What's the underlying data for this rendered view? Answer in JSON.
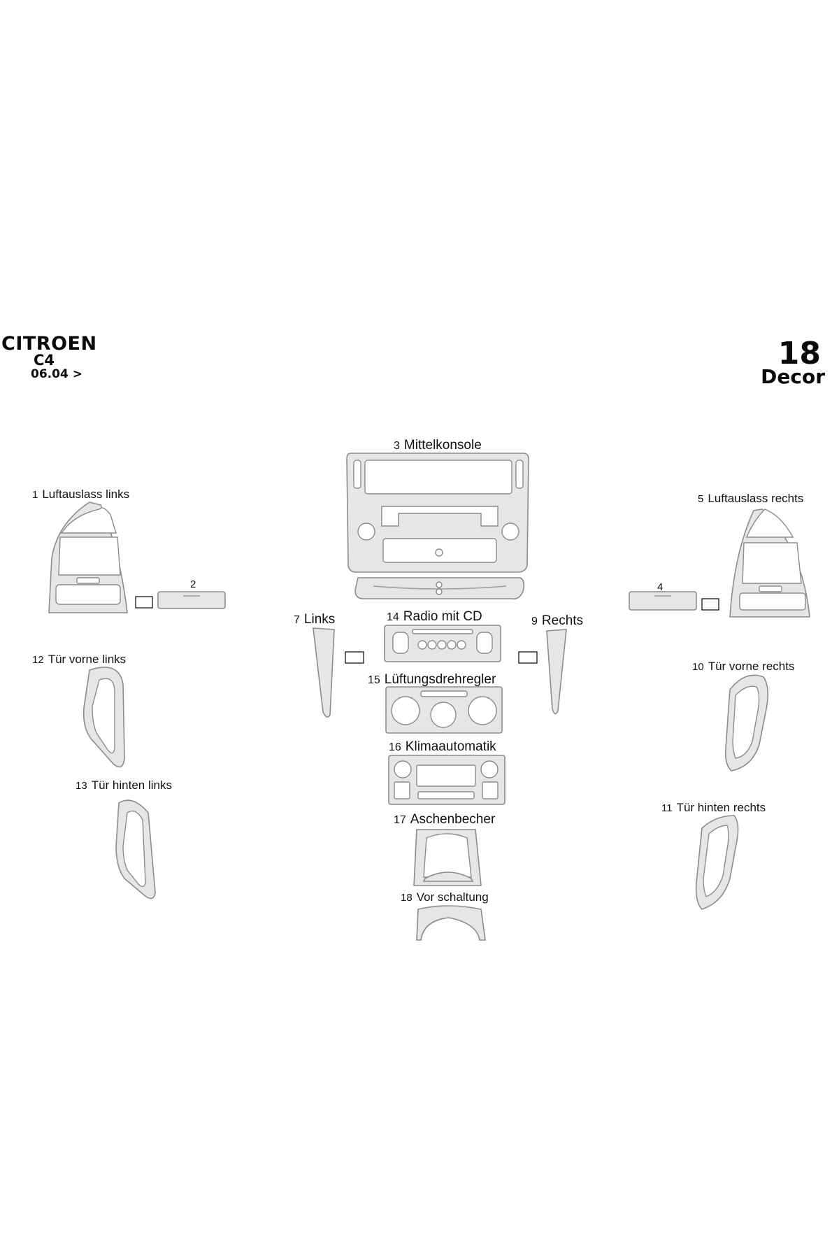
{
  "header": {
    "brand": "CITROEN",
    "model": "C4",
    "date": "06.04 >",
    "piece_count": "18",
    "kit_name": "Decor"
  },
  "parts": [
    {
      "num": "1",
      "name": "Luftauslass links"
    },
    {
      "num": "2",
      "name": ""
    },
    {
      "num": "3",
      "name": "Mittelkonsole"
    },
    {
      "num": "4",
      "name": ""
    },
    {
      "num": "5",
      "name": "Luftauslass rechts"
    },
    {
      "num": "7",
      "name": "Links"
    },
    {
      "num": "9",
      "name": "Rechts"
    },
    {
      "num": "10",
      "name": "Tür vorne rechts"
    },
    {
      "num": "11",
      "name": "Tür hinten rechts"
    },
    {
      "num": "12",
      "name": "Tür vorne links"
    },
    {
      "num": "13",
      "name": "Tür hinten links"
    },
    {
      "num": "14",
      "name": "Radio mit CD"
    },
    {
      "num": "15",
      "name": "Lüftungsdrehregler"
    },
    {
      "num": "16",
      "name": "Klimaautomatik"
    },
    {
      "num": "17",
      "name": "Aschenbecher"
    },
    {
      "num": "18",
      "name": "Vor schaltung"
    }
  ],
  "colors": {
    "part_fill": "#e6e6e6",
    "part_outline": "#8c8c8c",
    "text": "#111111",
    "background": "#ffffff"
  }
}
